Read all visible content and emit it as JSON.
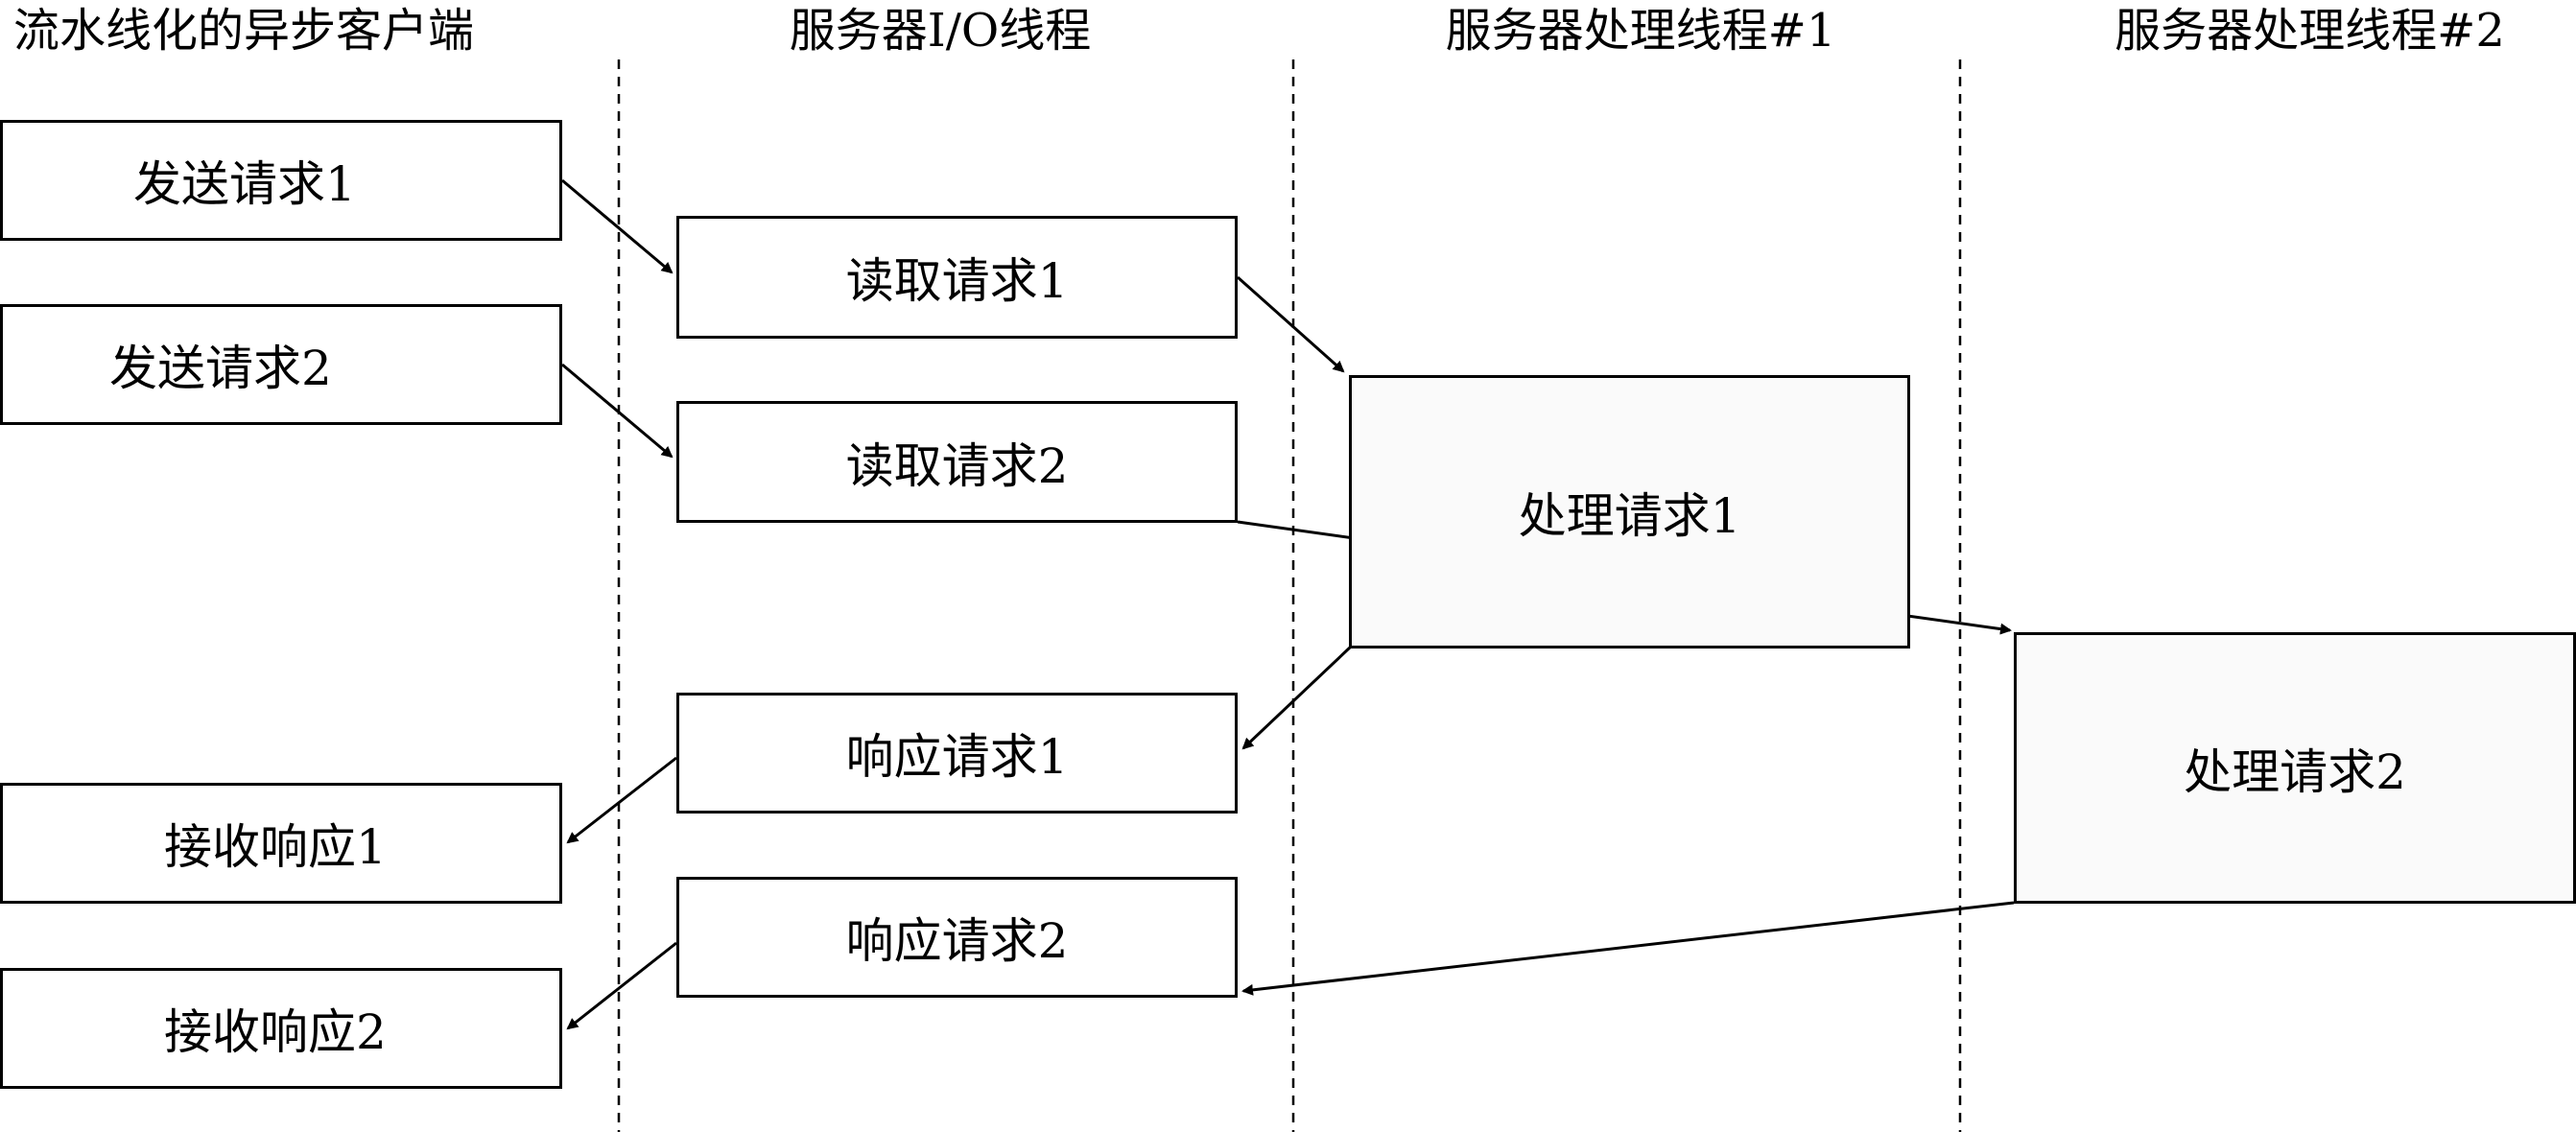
{
  "lanes": [
    {
      "title": "流水线化的异步客户端"
    },
    {
      "title": "服务器I/O线程"
    },
    {
      "title": "服务器处理线程#1"
    },
    {
      "title": "服务器处理线程#2"
    }
  ],
  "client": {
    "send1": "发送请求1",
    "send2": "发送请求2",
    "recv1": "接收响应1",
    "recv2": "接收响应2"
  },
  "io": {
    "read1": "读取请求1",
    "read2": "读取请求2",
    "resp1": "响应请求1",
    "resp2": "响应请求2"
  },
  "worker1": {
    "process1": "处理请求1"
  },
  "worker2": {
    "process2": "处理请求2"
  }
}
